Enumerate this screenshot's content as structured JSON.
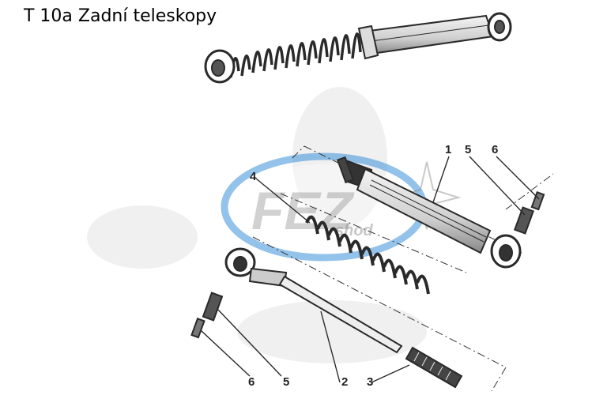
{
  "title": "T 10a Zadní teleskopy",
  "watermark": {
    "logo_text": "FEZ",
    "sub_text": "shod",
    "color": "#3a8fd8"
  },
  "callouts": {
    "c1": "1",
    "c5a": "5",
    "c6a": "6",
    "c4": "4",
    "c6b": "6",
    "c5b": "5",
    "c2": "2",
    "c3": "3"
  },
  "colors": {
    "line": "#2a2a2a",
    "shade": "#555555",
    "paper": "#ffffff"
  }
}
